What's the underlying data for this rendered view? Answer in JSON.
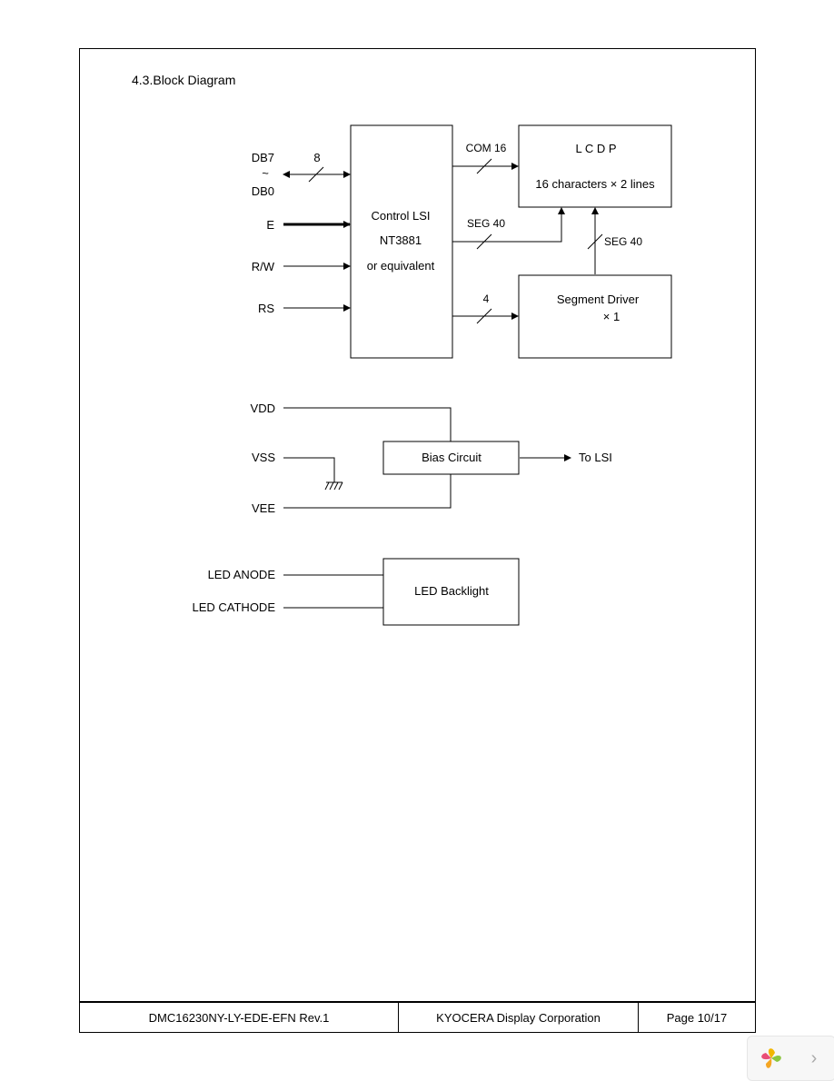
{
  "section_title": "4.3.Block Diagram",
  "diagram": {
    "inputs": {
      "db7": "DB7",
      "tilde": "~",
      "db0": "DB0",
      "e": "E",
      "rw": "R/W",
      "rs": "RS"
    },
    "bus_width_8": "8",
    "control_lsi": {
      "line1": "Control LSI",
      "line2": "NT3881",
      "line3": "or equivalent"
    },
    "com16": "COM 16",
    "seg40_a": "SEG 40",
    "seg40_b": "SEG 40",
    "bus_width_4": "4",
    "lcdp": {
      "title": "L C D P",
      "subtitle": "16 characters  ×  2 lines"
    },
    "segment_driver": {
      "line1": "Segment Driver",
      "line2": "× 1"
    },
    "power": {
      "vdd": "VDD",
      "vss": "VSS",
      "vee": "VEE",
      "bias_circuit": "Bias Circuit",
      "to_lsi": "To LSI"
    },
    "led": {
      "anode": "LED ANODE",
      "cathode": "LED CATHODE",
      "backlight": "LED Backlight"
    }
  },
  "footer": {
    "model": "DMC16230NY-LY-EDE-EFN    Rev.1",
    "company": "KYOCERA Display Corporation",
    "page": "Page 10/17"
  },
  "colors": {
    "line": "#000000",
    "background": "#ffffff"
  },
  "nav": {
    "logo_icon": "pinwheel-logo-icon",
    "next_icon": "chevron-right-icon",
    "next_glyph": "›"
  }
}
